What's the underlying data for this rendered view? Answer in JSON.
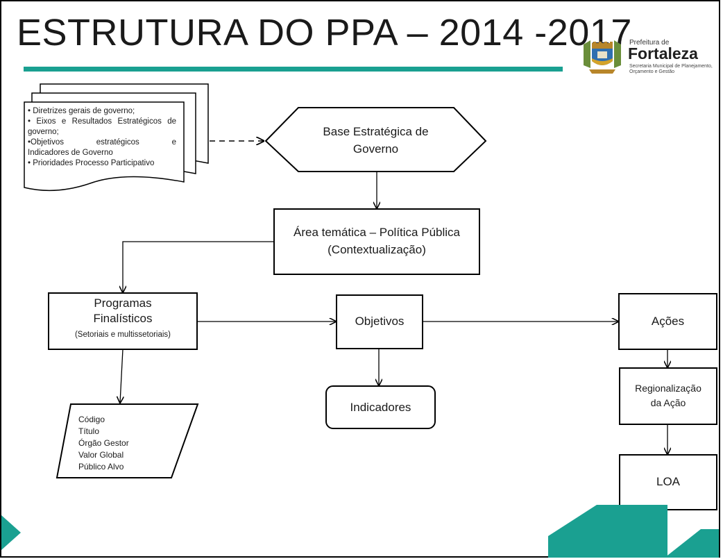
{
  "title": "ESTRUTURA DO PPA – 2014 -2017",
  "logo": {
    "prefix": "Prefeitura de",
    "name": "Fortaleza",
    "subtitle": "Secretaria Municipal de Planejamento, Orçamento e Gestão"
  },
  "document": {
    "lines": [
      "• Diretrizes gerais de governo;",
      "• Eixos e Resultados Estratégicos de",
      "governo;",
      "•Objetivos estratégicos e",
      "Indicadores de Governo",
      "• Prioridades Processo Participativo"
    ]
  },
  "base": {
    "line1": "Base Estratégica de",
    "line2": "Governo"
  },
  "area": {
    "line1": "Área temática – Política Pública",
    "line2": "(Contextualização)"
  },
  "programas": {
    "line1": "Programas",
    "line2": "Finalísticos",
    "note": "(Setoriais e multissetoriais)"
  },
  "objetivos": "Objetivos",
  "indicadores": "Indicadores",
  "acoes": "Ações",
  "regionalizacao": {
    "line1": "Regionalização",
    "line2": "da Ação"
  },
  "loa": "LOA",
  "atributos": [
    "Código",
    "Título",
    "Órgão Gestor",
    "Valor Global",
    "Público Alvo"
  ],
  "colors": {
    "accent": "#1aa091",
    "stroke": "#000000"
  }
}
